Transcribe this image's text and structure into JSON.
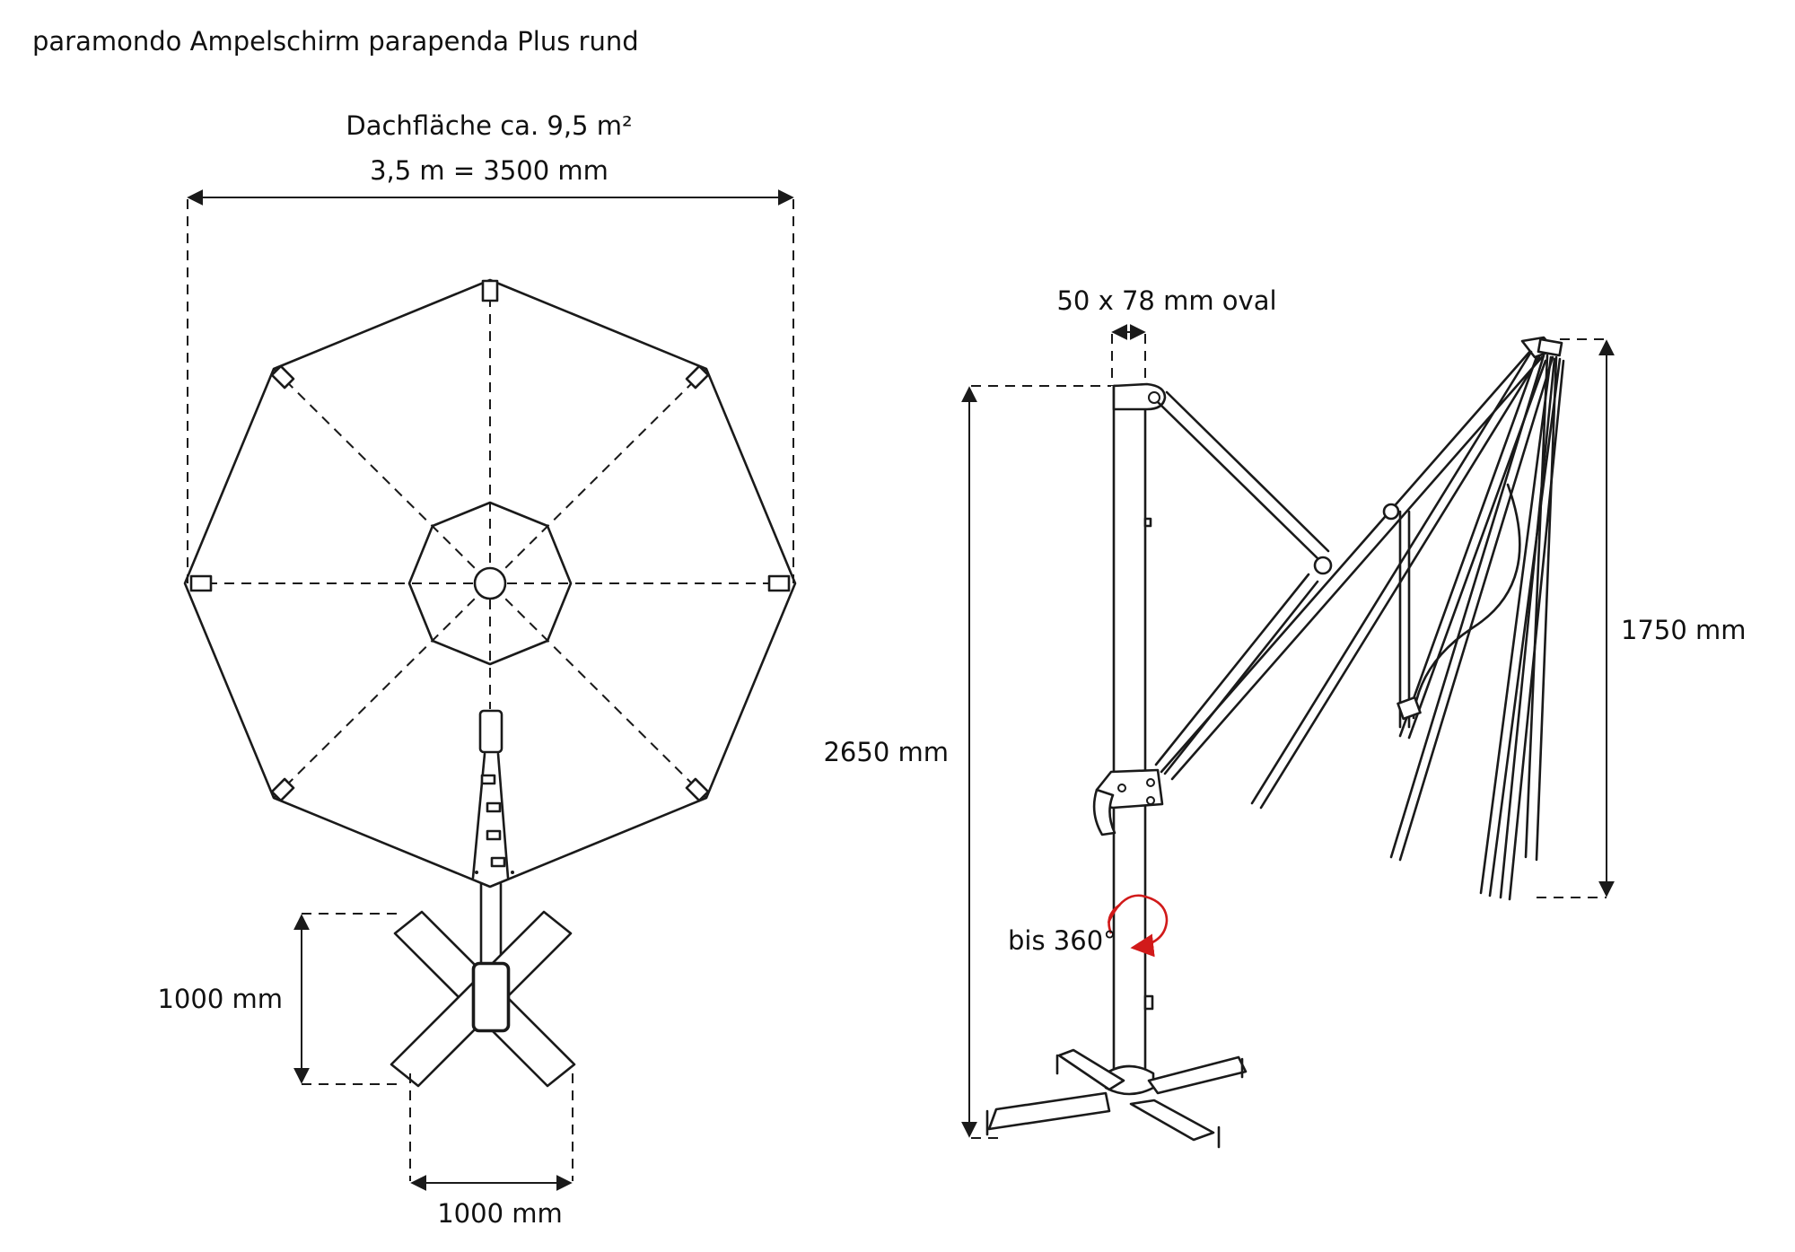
{
  "title": "paramondo Ampelschirm parapenda Plus rund",
  "top_view": {
    "roof_area": "Dachfläche ca. 9,5 m²",
    "diameter": "3,5 m = 3500 mm",
    "base_height": "1000 mm",
    "base_width": "1000 mm"
  },
  "side_view": {
    "pole_size": "50 x 78 mm oval",
    "total_height": "2650 mm",
    "canopy_height": "1750 mm",
    "rotation": "bis 360°"
  },
  "colors": {
    "line": "#1a1a1a",
    "rotation_arrow": "#d11a1a",
    "background": "#ffffff"
  }
}
